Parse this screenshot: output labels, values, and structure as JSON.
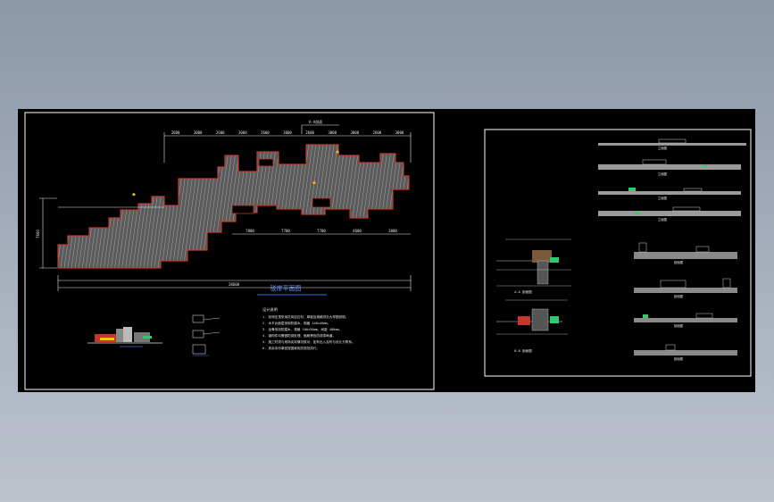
{
  "viewport": {
    "title": ""
  },
  "sheet_left": {
    "plan_title": "驳岸平面图",
    "dims_top": [
      "2600",
      "3000",
      "2600",
      "3000",
      "2600",
      "3000",
      "2600",
      "3000",
      "3000",
      "2600",
      "3000"
    ],
    "dims_bottom": [
      "7800",
      "7700",
      "7700",
      "4600",
      "3000"
    ],
    "dim_total": "28600",
    "dim_left": "7600",
    "callout": "A-A剖面",
    "notes_title": "设计说明",
    "notes": [
      "1. 驳岸压顶采用花岗岩石材，厚度及规格详见大样图说明。",
      "2. 木平台面层采用防腐木，规格 140×40mm。",
      "3. 龙骨采用防腐木，规格 100×50mm，间距 400mm。",
      "4. 钢构件均需做防锈处理，面刷黑色防锈漆两道。",
      "5. 施工时须与现场实际情况核对，如有出入及时与设计方联系。",
      "6. 其余未尽事宜按国家相关规范执行。"
    ]
  },
  "sheet_right": {
    "elevation_labels": [
      "立面图",
      "立面图",
      "立面图",
      "立面图"
    ],
    "section_labels": [
      "剖面图",
      "剖面图",
      "剖面图",
      "剖面图"
    ],
    "detail_labels": [
      "A-A 剖面图",
      "B-B 剖面图"
    ]
  },
  "colors": {
    "frame": "#ffffff",
    "outline": "#c0392b",
    "hatch": "#9a9a9a",
    "dim": "#e8e8e8",
    "title_underline": "#3f6fd1",
    "accent_green": "#2ecc71",
    "accent_yellow": "#f1c40f"
  }
}
